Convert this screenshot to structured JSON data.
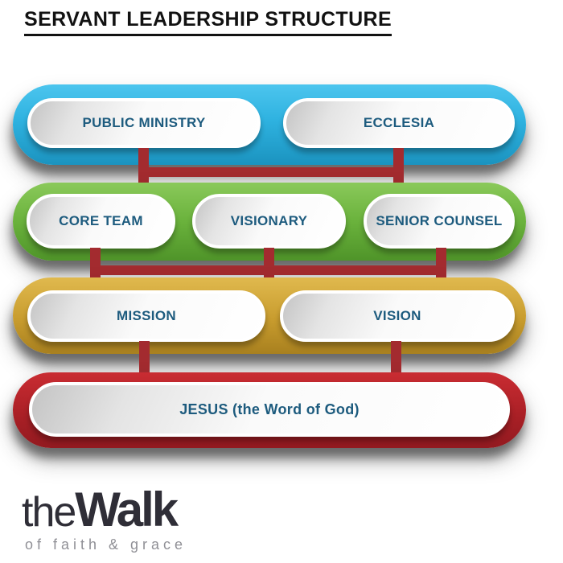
{
  "title": "SERVANT LEADERSHIP STRUCTURE",
  "chart": {
    "type": "org-hierarchy-diagram",
    "label_color": "#1d5b7e",
    "connector_color": "#a32b2f",
    "rows": [
      {
        "name": "top-row",
        "color": "#2eb2e0",
        "items": [
          {
            "label": "PUBLIC MINISTRY"
          },
          {
            "label": "ECCLESIA"
          }
        ]
      },
      {
        "name": "second-row",
        "color": "#6ab23c",
        "items": [
          {
            "label": "CORE TEAM"
          },
          {
            "label": "VISIONARY"
          },
          {
            "label": "SENIOR COUNSEL"
          }
        ]
      },
      {
        "name": "third-row",
        "color": "#c89c2e",
        "items": [
          {
            "label": "MISSION"
          },
          {
            "label": "VISION"
          }
        ]
      },
      {
        "name": "foundation-row",
        "color": "#ab2026",
        "items": [
          {
            "label": "JESUS (the Word of God)"
          }
        ]
      }
    ]
  },
  "logo": {
    "the": "the",
    "walk": "Walk",
    "tagline": "of faith & grace"
  }
}
